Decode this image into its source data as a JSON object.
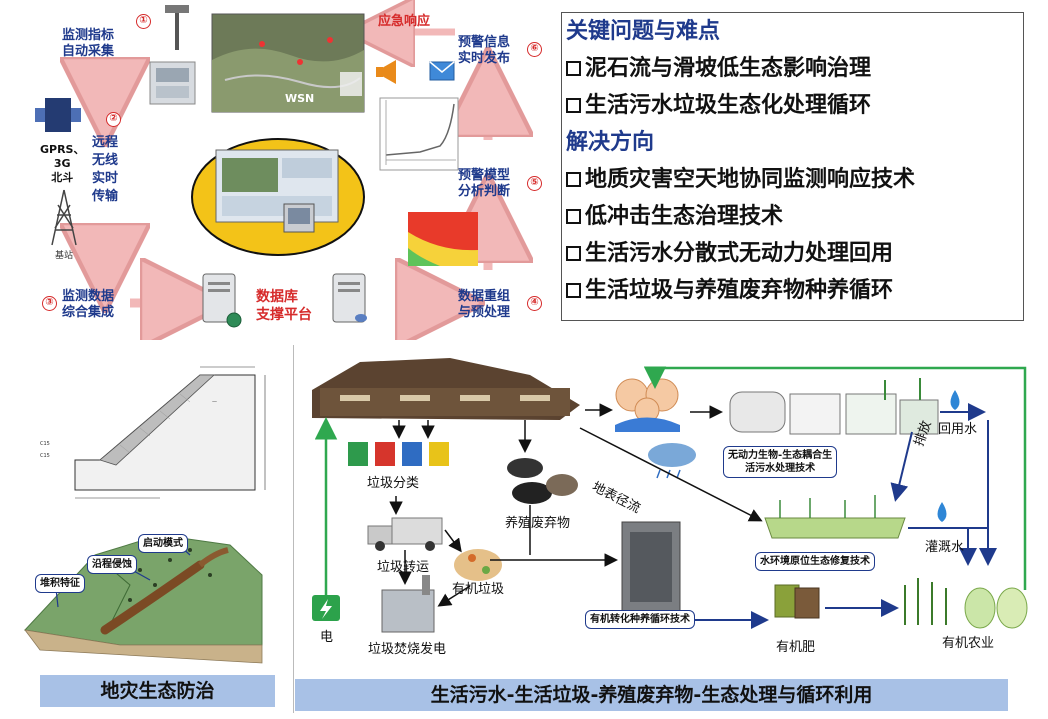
{
  "monitoring": {
    "step1": {
      "num": "①",
      "label": "监测指标\n自动采集"
    },
    "step2": {
      "num": "②",
      "label": "远程\n无线\n实时\n传输"
    },
    "step3": {
      "num": "③",
      "label": "监测数据\n综合集成"
    },
    "step4": {
      "num": "④",
      "label": "数据重组\n与预处理"
    },
    "step5": {
      "num": "⑤",
      "label": "预警模型\n分析判断"
    },
    "step6": {
      "num": "⑥",
      "label": "预警信息\n实时发布"
    },
    "comm_label": "GPRS、\n3G\n北斗",
    "base_station": "基站",
    "database": "数据库\n支撑平台",
    "emergency": "应急响应",
    "wsn": "WSN"
  },
  "key_box": {
    "heading1": "关键问题与难点",
    "problems": [
      "泥石流与滑坡低生态影响治理",
      "生活污水垃圾生态化处理循环"
    ],
    "heading2": "解决方向",
    "solutions": [
      "地质灾害空天地协同监测响应技术",
      "低冲击生态治理技术",
      "生活污水分散式无动力处理回用",
      "生活垃圾与养殖废弃物种养循环"
    ]
  },
  "landslide": {
    "labels": [
      "启动模式",
      "沿程侵蚀",
      "堆积特征"
    ]
  },
  "cycle": {
    "garbage_sort": "垃圾分类",
    "livestock_waste": "养殖废弃物",
    "garbage_transfer": "垃圾转运",
    "organic_garbage": "有机垃圾",
    "incineration": "垃圾焚烧发电",
    "electricity": "电",
    "surface_runoff": "地表径流",
    "sewage_tech": "无动力生物-生态耦合生\n活污水处理技术",
    "discharge": "排放",
    "reuse_water": "回用水",
    "irrigation_water": "灌溉水",
    "restoration_tech": "水环境原位生态修复技术",
    "organic_tech": "有机转化种养循环技术",
    "fertilizer": "有机肥",
    "agriculture": "有机农业"
  },
  "banners": {
    "left": "地灾生态防治",
    "right": "生活污水-生活垃圾-养殖废弃物-生态处理与循环利用"
  },
  "colors": {
    "pink_arrow": "#f2b8b8",
    "navy": "#1f3a8c",
    "green_arrow": "#2fa84f",
    "banner": "#a8c1e6"
  }
}
